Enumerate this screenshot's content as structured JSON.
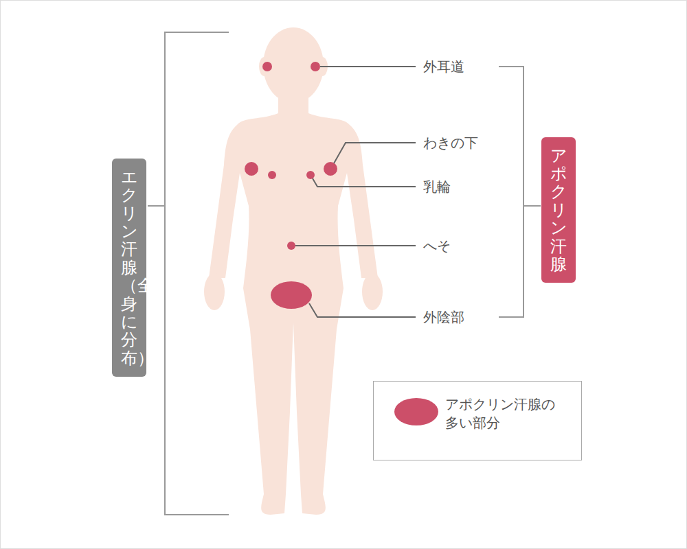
{
  "diagram": {
    "nodes": [
      {
        "text": [
          "エクリン汗腺（全身に分布）"
        ]
      },
      {
        "text": [
          "アポクリン汗腺"
        ]
      }
    ],
    "labels": [
      "外耳道",
      "わきの下",
      "乳輪",
      "へそ",
      "外陰部"
    ],
    "legend": [
      {
        "text": "アポクリン汗腺の多い部分",
        "color": "#cc4f69"
      }
    ]
  }
}
